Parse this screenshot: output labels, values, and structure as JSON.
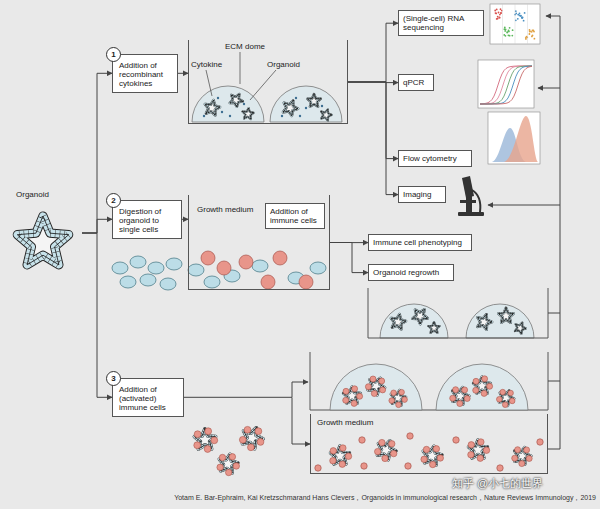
{
  "diagram": {
    "caption": "Yotam E. Bar-Ephraim, Kai Kretzschmarand Hans Clevers，Organoids in immunological research，Nature Reviews Immunology，2019",
    "nodes": [
      {
        "text": [
          "Organoid"
        ]
      },
      {
        "text": [
          "1",
          "Addition of recombinant cytokines"
        ]
      },
      {
        "text": [
          "Cytokine",
          "ECM dome",
          "Organoid"
        ]
      },
      {
        "text": [
          "(Single-cell) RNA sequencing"
        ]
      },
      {
        "text": [
          "qPCR"
        ]
      },
      {
        "text": [
          "Flow cytometry"
        ]
      },
      {
        "text": [
          "Imaging"
        ]
      },
      {
        "text": [
          "2",
          "Digestion of organoid to single cells"
        ]
      },
      {
        "text": [
          "Growth medium"
        ]
      },
      {
        "text": [
          "Addition of immune cells"
        ],
        "in": 8
      },
      {
        "text": [
          "Immune cell phenotyping"
        ]
      },
      {
        "text": [
          "Organoid regrowth"
        ]
      },
      {
        "text": [
          "3",
          "Addition of (activated) immune cells"
        ]
      },
      {
        "text": [
          "Growth medium"
        ]
      }
    ],
    "edges": [
      {
        "from": 0,
        "to": 1,
        "arrow": "to"
      },
      {
        "from": 0,
        "to": 7,
        "arrow": "to"
      },
      {
        "from": 0,
        "to": 12,
        "arrow": "to"
      },
      {
        "from": 1,
        "to": 2,
        "arrow": "to"
      },
      {
        "from": 2,
        "to": 3,
        "arrow": "to"
      },
      {
        "from": 2,
        "to": 4,
        "arrow": "to"
      },
      {
        "from": 2,
        "to": 5,
        "arrow": "to"
      },
      {
        "from": 2,
        "to": 6,
        "arrow": "to"
      },
      {
        "from": 7,
        "to": 8,
        "arrow": "to"
      },
      {
        "from": 8,
        "to": 10,
        "arrow": "to"
      },
      {
        "from": 8,
        "to": 11,
        "arrow": "to"
      },
      {
        "from": 12,
        "to": 13,
        "arrow": "to"
      }
    ],
    "labels": [
      "知乎 @小七的世界"
    ]
  }
}
